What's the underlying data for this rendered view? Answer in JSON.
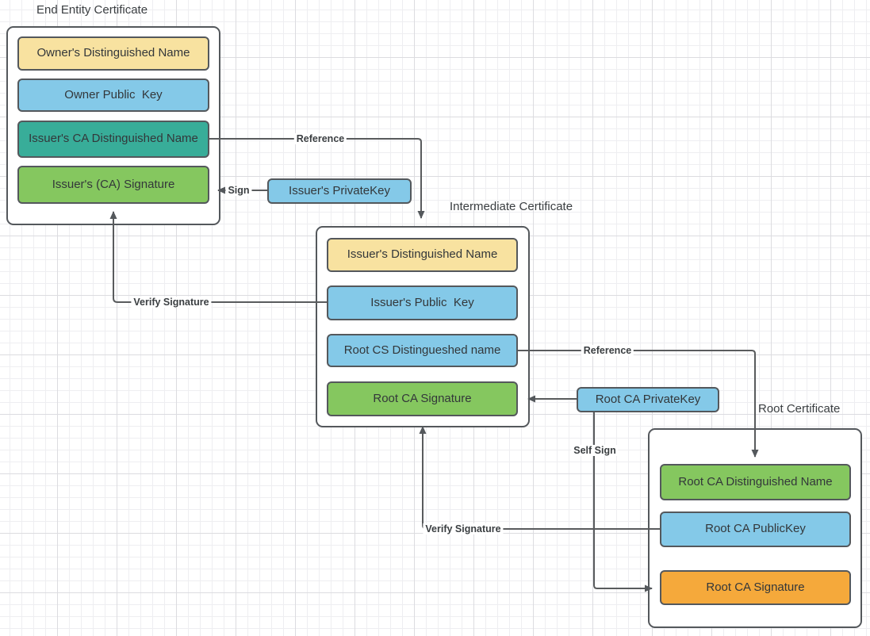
{
  "palette": {
    "yellow": "#F8E2A0",
    "blue": "#84C9E8",
    "teal": "#38AD99",
    "green": "#85C75F",
    "orange": "#F5A93B",
    "container_fill": "#FFFFFF",
    "stroke": "#54585C",
    "edge_line": "#595B5D",
    "text": "#33373A"
  },
  "certificates": {
    "end_entity": {
      "title": "End Entity Certificate",
      "fields": [
        {
          "label": "Owner's Distinguished Name",
          "fill": "yellow"
        },
        {
          "label": "Owner Public  Key",
          "fill": "blue"
        },
        {
          "label": "Issuer's CA Distinguished Name",
          "fill": "teal"
        },
        {
          "label": "Issuer's (CA) Signature",
          "fill": "green"
        }
      ]
    },
    "intermediate": {
      "title": "Intermediate Certificate",
      "fields": [
        {
          "label": "Issuer's Distinguished Name",
          "fill": "yellow"
        },
        {
          "label": "Issuer's Public  Key",
          "fill": "blue"
        },
        {
          "label": "Root CS Distingueshed name",
          "fill": "blue"
        },
        {
          "label": "Root CA Signature",
          "fill": "green"
        }
      ]
    },
    "root": {
      "title": "Root Certificate",
      "fields": [
        {
          "label": "Root CA Distinguished Name",
          "fill": "green"
        },
        {
          "label": "Root CA PublicKey",
          "fill": "blue"
        },
        {
          "label": "Root CA Signature",
          "fill": "orange"
        }
      ]
    }
  },
  "keys": {
    "issuer_private_key": {
      "label": "Issuer's PrivateKey",
      "fill": "blue"
    },
    "root_private_key": {
      "label": "Root CA PrivateKey",
      "fill": "blue"
    }
  },
  "edge_labels": {
    "reference_top": "Reference",
    "sign": "Sign",
    "verify_signature_left": "Verify Signature",
    "reference_bottom": "Reference",
    "self_sign": "Self Sign",
    "verify_signature_bottom": "Verify Signature"
  }
}
